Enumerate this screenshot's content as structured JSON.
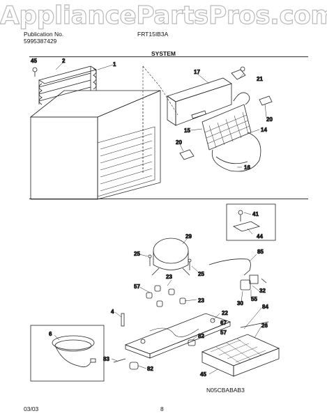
{
  "watermark": "AppliancePartsPros.com",
  "header": {
    "publication_label": "Publication No.",
    "publication_number": "5995387429",
    "model": "FRT15IB3A",
    "section": "SYSTEM"
  },
  "footer": {
    "date": "03/03",
    "page": "8",
    "diagram_code": "N05CBABAB3"
  },
  "callouts": {
    "c1": "1",
    "c2": "2",
    "c45a": "45",
    "c17": "17",
    "c21": "21",
    "c20a": "20",
    "c15": "15",
    "c14": "14",
    "c20b": "20",
    "c16": "16",
    "c41": "41",
    "c44": "44",
    "c29": "29",
    "c25a": "25",
    "c25b": "25",
    "c85": "85",
    "c23a": "23",
    "c57a": "57",
    "c23b": "23",
    "c32": "32",
    "c30": "30",
    "c55": "55",
    "c4": "4",
    "c22": "22",
    "c84": "84",
    "c26": "26",
    "c67": "67",
    "c57b": "57",
    "c6": "6",
    "c82a": "82",
    "c83": "83",
    "c82b": "82",
    "c45b": "45"
  }
}
